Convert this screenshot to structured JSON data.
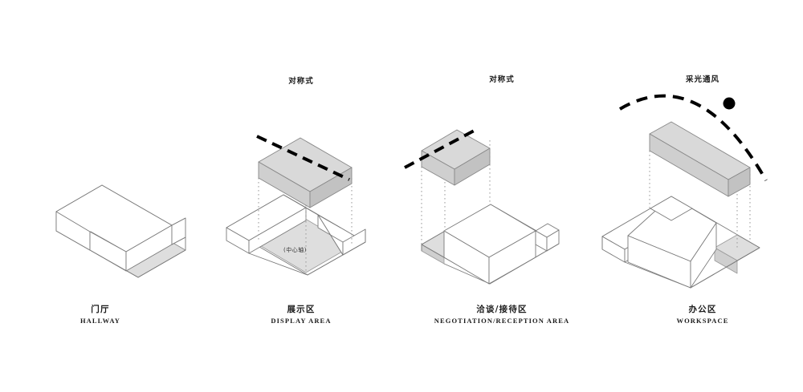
{
  "diagram": {
    "title_visible": false,
    "background_color": "#ffffff",
    "panel_count": 4
  },
  "style": {
    "line_color": "#7a7a7a",
    "line_color_dark": "#5a5a5a",
    "fill_white": "#ffffff",
    "fill_light_gray": "#dedede",
    "fill_box_top": "#d9d9d9",
    "fill_box_side": "#c9c9c9",
    "fill_box_front": "#cfcfcf",
    "dashed_black": "#000000",
    "dotted_gray": "#999999",
    "text_color": "#1a1a1a"
  },
  "panels": [
    {
      "id": "hallway",
      "label_cn": "门厅",
      "label_en": "HALLWAY",
      "annotation": "",
      "has_floating_volume": false,
      "has_dashed_axis": false,
      "has_sun_path": false,
      "shaded_zone": "front-right recess"
    },
    {
      "id": "display-area",
      "label_cn": "展示区",
      "label_en": "DISPLAY AREA",
      "annotation": "对称式",
      "inner_label": "(中心轴)",
      "has_floating_volume": true,
      "floating_volume_shape": "wide rectangular block",
      "has_dashed_axis": true,
      "has_sun_path": false,
      "shaded_zone": "central courtyard"
    },
    {
      "id": "negotiation-reception-area",
      "label_cn": "洽谈/接待区",
      "label_en": "NEGOTIATION/RECEPTION AREA",
      "annotation": "对称式",
      "has_floating_volume": true,
      "floating_volume_shape": "long narrow bar",
      "has_dashed_axis": true,
      "has_sun_path": false,
      "shaded_zone": "left edge strip"
    },
    {
      "id": "workspace",
      "label_cn": "办公区",
      "label_en": "WORKSPACE",
      "annotation": "采光通风",
      "has_floating_volume": true,
      "floating_volume_shape": "long narrow bar",
      "has_dashed_axis": false,
      "has_sun_path": true,
      "sun_icon": "sun-dot",
      "shaded_zone": "right edge strip"
    }
  ]
}
